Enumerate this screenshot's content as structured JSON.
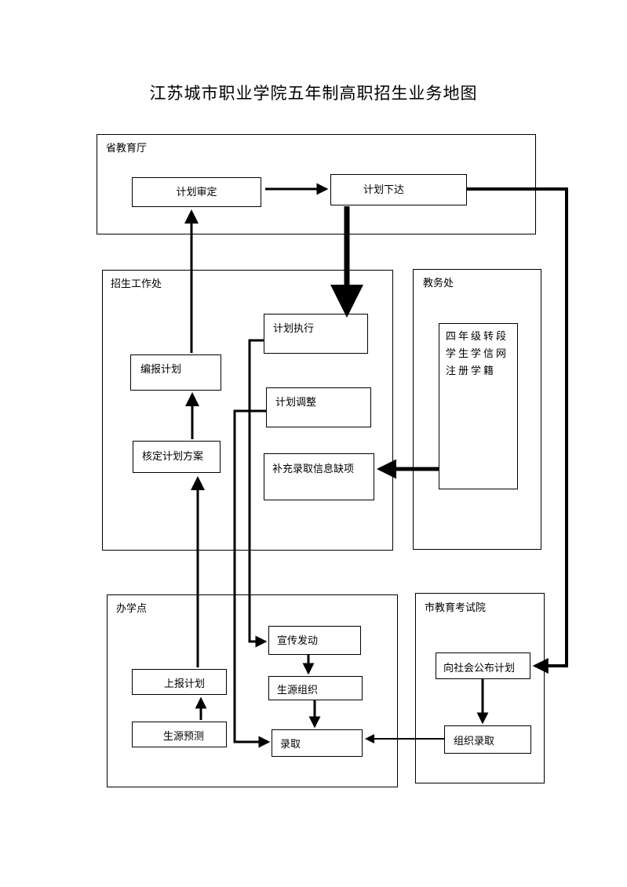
{
  "title": "江苏城市职业学院五年制高职招生业务地图",
  "groups": {
    "province": "省教育厅",
    "admissions": "招生工作处",
    "academic": "教务处",
    "school": "办学点",
    "city": "市教育考试院"
  },
  "nodes": {
    "plan_review": "计划审定",
    "plan_issue": "计划下达",
    "plan_execute": "计划执行",
    "plan_adjust": "计划调整",
    "supplement_info": "补充录取信息缺项",
    "compile_plan": "编报计划",
    "verify_plan": "核定计划方案",
    "registration_lines": [
      "四年级转段",
      "学生学信网",
      "注册学籍"
    ],
    "promotion": "宣传发动",
    "source_org": "生源组织",
    "admission": "录取",
    "report_plan": "上报计划",
    "source_forecast": "生源预测",
    "publish_plan": "向社会公布计划",
    "organize_admission": "组织录取"
  }
}
